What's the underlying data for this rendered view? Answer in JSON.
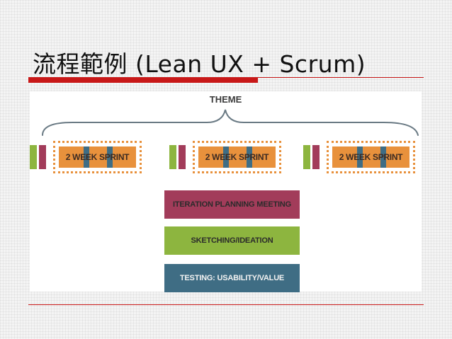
{
  "slide": {
    "title": "流程範例 (Lean UX + Scrum)"
  },
  "diagram": {
    "theme_label": "THEME",
    "sprints": [
      {
        "label": "2 WEEK SPRINT"
      },
      {
        "label": "2 WEEK SPRINT"
      },
      {
        "label": "2 WEEK SPRINT"
      }
    ],
    "legend": {
      "iteration_planning": "ITERATION PLANNING MEETING",
      "sketching": "SKETCHING/IDEATION",
      "testing": "TESTING: USABILITY/VALUE"
    },
    "colors": {
      "iteration_planning": "#a23c5a",
      "sketching": "#8db53f",
      "testing": "#3f6d84",
      "sprint": "#e8913c",
      "accent_rule": "#c81818"
    }
  }
}
